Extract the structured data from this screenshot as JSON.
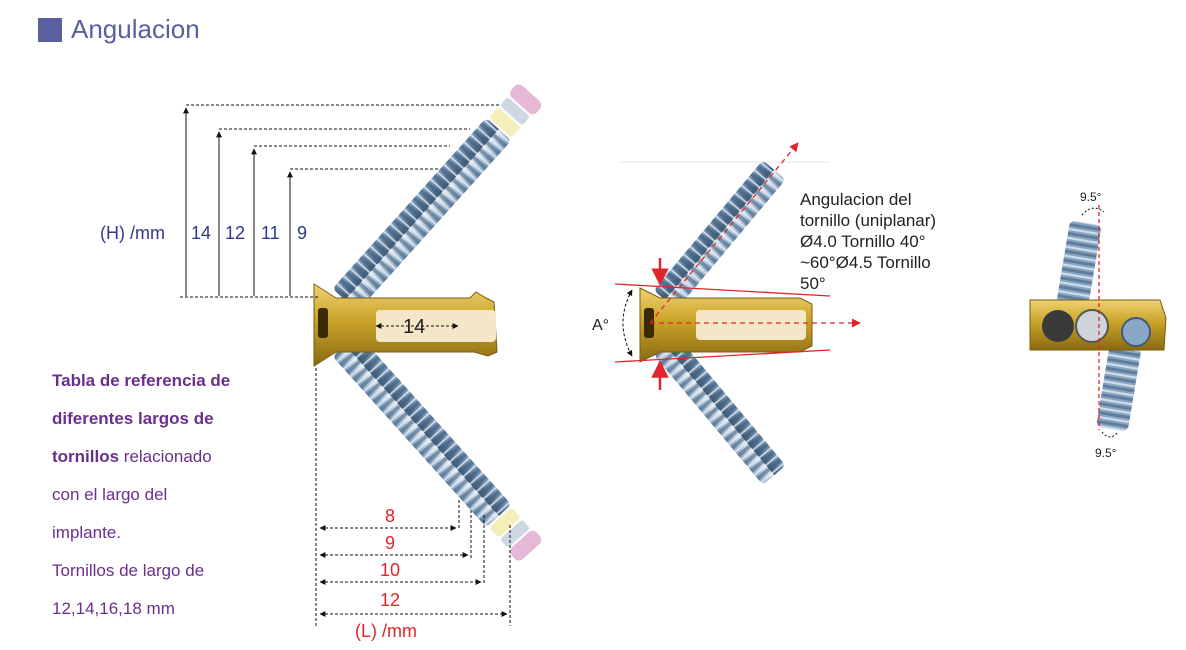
{
  "title": "Angulacion",
  "height_axis": {
    "label": "(H) /mm",
    "values": [
      "14",
      "12",
      "11",
      "9"
    ]
  },
  "length_axis": {
    "label": "(L) /mm",
    "values": [
      "8",
      "9",
      "10",
      "12"
    ]
  },
  "implant_label": "14",
  "description": {
    "bold": [
      "Tabla de referencia de",
      "diferentes largos de",
      "tornillos"
    ],
    "regular_inline": " relacionado",
    "regular": [
      "con el largo del",
      "implante.",
      "Tornillos de largo de",
      "12,14,16,18 mm"
    ]
  },
  "angulation_text": [
    "Angulacion del",
    "tornillo (uniplanar)",
    "Ø4.0 Tornillo 40°",
    "~60°Ø4.5 Tornillo",
    "50°"
  ],
  "angle_label": "A°",
  "top_view": {
    "top_angle": "9.5°",
    "bottom_angle": "9.5°"
  },
  "colors": {
    "title": "#5a5f9e",
    "dimension_text": "#2d3a8c",
    "length_text": "#e0252b",
    "description_text": "#6a2f8d",
    "red_lines": "#e0252b",
    "gold": "#c9a227",
    "screw": "#7f9fbf"
  }
}
